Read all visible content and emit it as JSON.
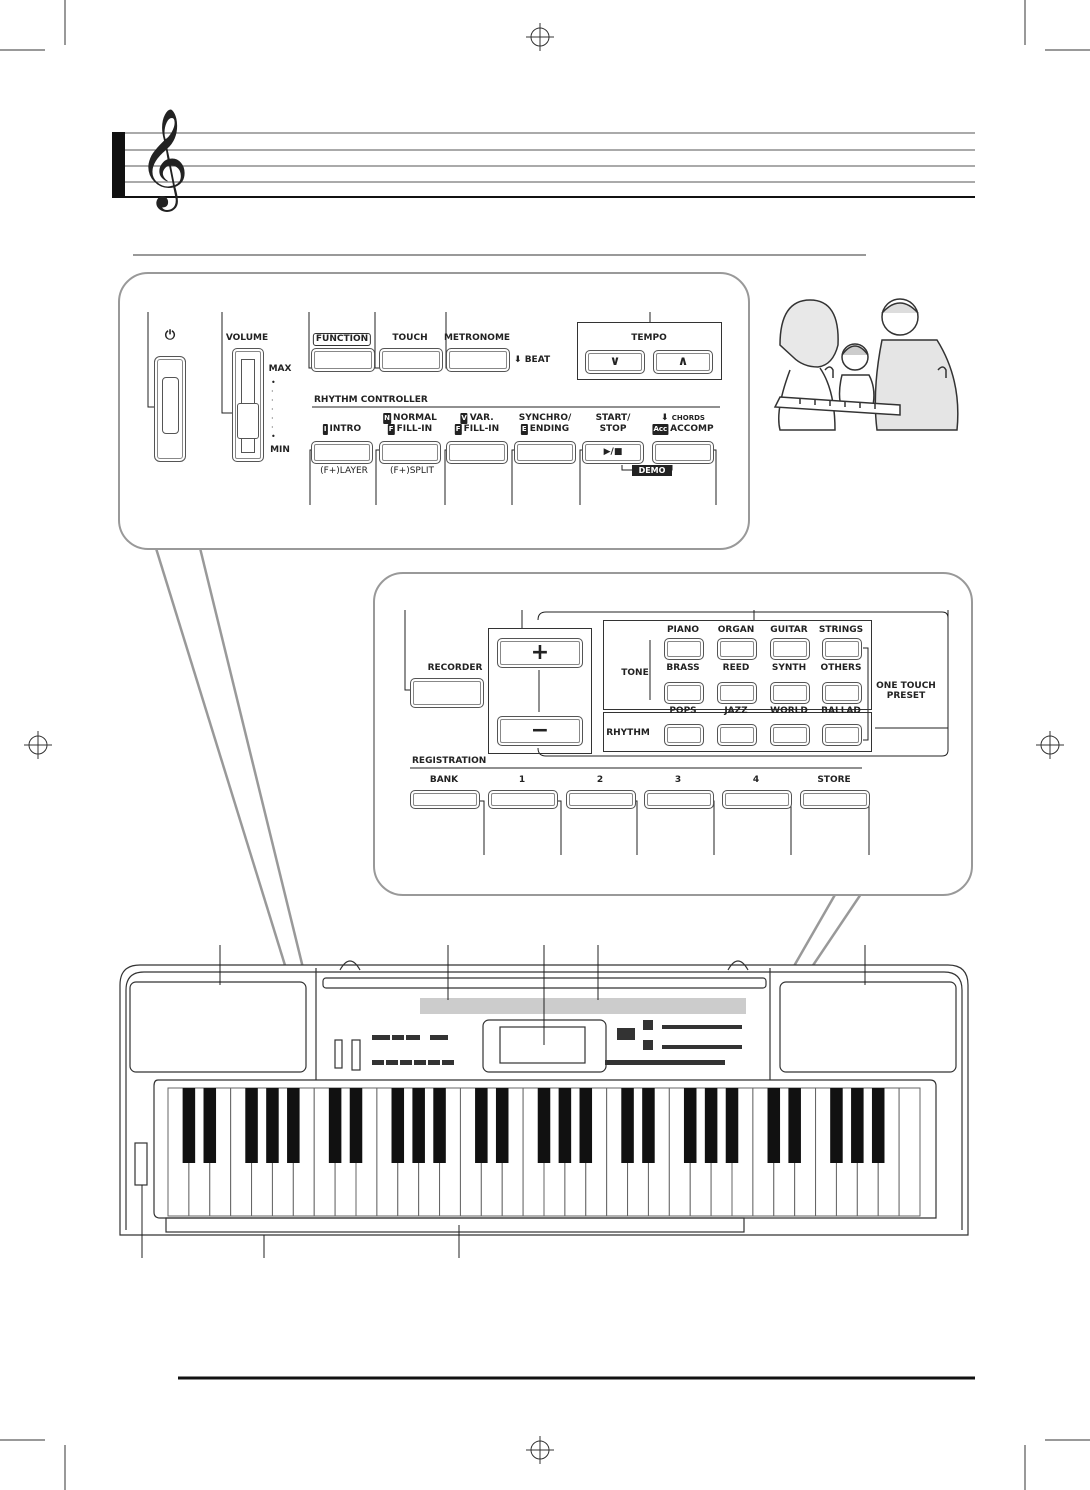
{
  "top_panel": {
    "power_label": "⏻",
    "volume": {
      "label": "VOLUME",
      "max": "MAX",
      "min": "MIN"
    },
    "function": "FUNCTION",
    "touch": "TOUCH",
    "metronome": "METRONOME",
    "beat": "BEAT",
    "tempo": {
      "label": "TEMPO",
      "down": "∨",
      "up": "∧"
    },
    "rhythm_controller": "RHYTHM CONTROLLER",
    "buttons": [
      {
        "badge1": "",
        "line1": "",
        "badge2": "I",
        "line2": "INTRO",
        "below": "(F+)LAYER"
      },
      {
        "badge1": "N",
        "line1": "NORMAL",
        "badge2": "F",
        "line2": "FILL-IN",
        "below": "(F+)SPLIT"
      },
      {
        "badge1": "V",
        "line1": "VAR.",
        "badge2": "F",
        "line2": "FILL-IN",
        "below": ""
      },
      {
        "badge1": "",
        "line1": "SYNCHRO/",
        "badge2": "E",
        "line2": "ENDING",
        "below": ""
      },
      {
        "badge1": "",
        "line1": "START/",
        "badge2": "",
        "line2": "STOP",
        "below": ""
      },
      {
        "badge1": "",
        "line1": "CHORDS",
        "badge2": "Acc",
        "line2": "ACCOMP",
        "below": ""
      }
    ],
    "start_stop_glyph": "▶/■",
    "demo": "DEMO"
  },
  "bottom_panel": {
    "recorder": "RECORDER",
    "plus": "+",
    "minus": "−",
    "tone_label": "TONE",
    "tone_row1": [
      "PIANO",
      "ORGAN",
      "GUITAR",
      "STRINGS"
    ],
    "tone_row2": [
      "BRASS",
      "REED",
      "SYNTH",
      "OTHERS"
    ],
    "rhythm_label": "RHYTHM",
    "rhythm_row": [
      "POPS",
      "JAZZ",
      "WORLD",
      "BALLAD"
    ],
    "one_touch_preset": "ONE TOUCH PRESET",
    "registration": "REGISTRATION",
    "registration_buttons": [
      "BANK",
      "1",
      "2",
      "3",
      "4",
      "STORE"
    ]
  },
  "header": {
    "clef": "𝄞"
  }
}
